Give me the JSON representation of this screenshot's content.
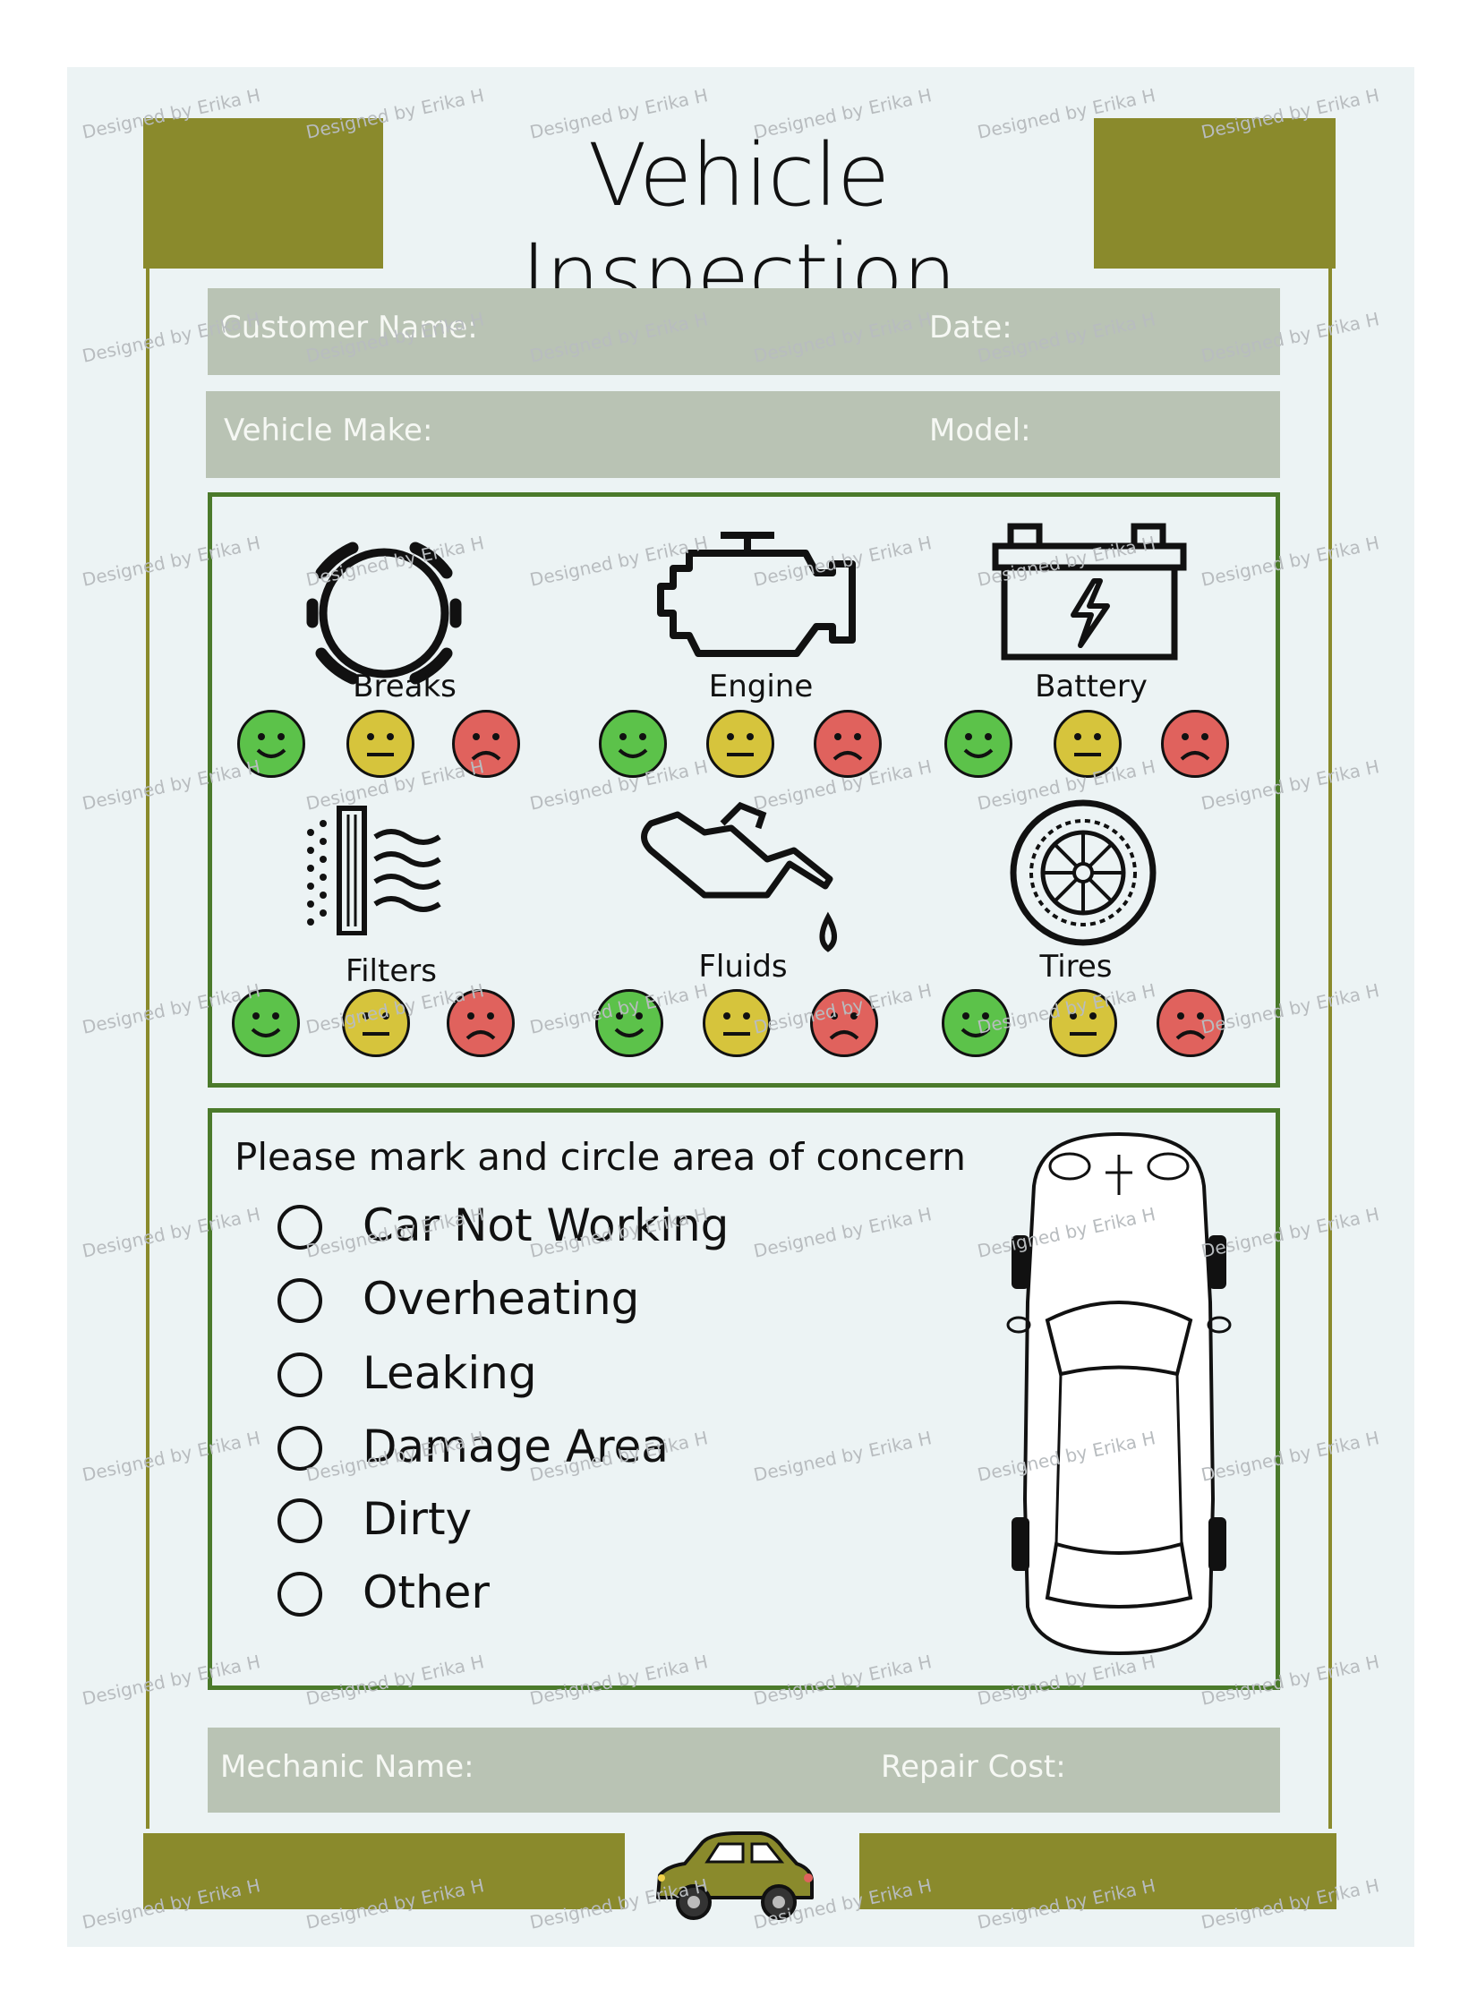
{
  "title": "Vehicle Inspection",
  "watermark": "Designed by Erika H",
  "fields": {
    "customer_name": "Customer Name:",
    "date": "Date:",
    "vehicle_make": "Vehicle Make:",
    "model": "Model:",
    "mechanic_name": "Mechanic Name:",
    "repair_cost": "Repair Cost:"
  },
  "components": [
    {
      "label": "Breaks",
      "icon": "brake-disc-icon"
    },
    {
      "label": "Engine",
      "icon": "engine-icon"
    },
    {
      "label": "Battery",
      "icon": "battery-icon"
    },
    {
      "label": "Filters",
      "icon": "filter-icon"
    },
    {
      "label": "Fluids",
      "icon": "oil-can-icon"
    },
    {
      "label": "Tires",
      "icon": "tire-icon"
    }
  ],
  "rating_faces": [
    {
      "mood": "happy",
      "color": "#5cc24a"
    },
    {
      "mood": "neutral",
      "color": "#d6c43c"
    },
    {
      "mood": "sad",
      "color": "#e0625d"
    }
  ],
  "concern": {
    "instruction": "Please mark and circle area of concern",
    "options": [
      "Car Not Working",
      "Overheating",
      "Leaking",
      "Damage Area",
      "Dirty",
      "Other"
    ]
  },
  "colors": {
    "olive": "#8a8a2c",
    "frame_green": "#4b7a2b",
    "field_gray": "#b9c3b4",
    "sheet": "#ecf3f4"
  }
}
